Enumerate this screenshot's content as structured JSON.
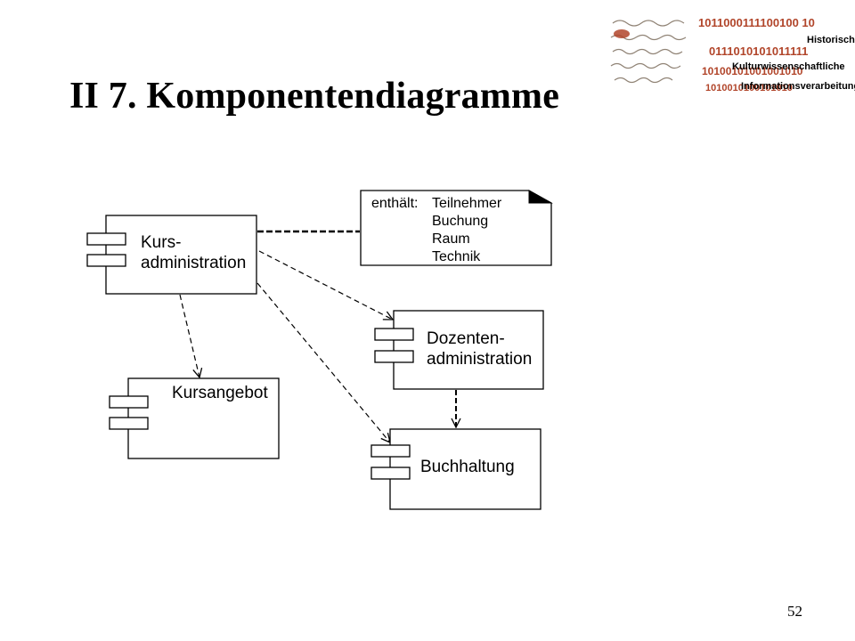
{
  "slide": {
    "title": "II 7. Komponentendiagramme",
    "page_number": "52"
  },
  "logo": {
    "binary_rows": [
      "1011000111100100 10",
      "0111010101011111",
      "10100101001001010",
      "1010010100101010"
    ],
    "labels": [
      "Historisch",
      "Kulturwissenschaftliche",
      "Informationsverarbeitung"
    ],
    "colors": {
      "bits": "#b1452a",
      "manuscript": "#6b5a48"
    }
  },
  "diagram": {
    "components": [
      {
        "id": "kursadmin",
        "lines": [
          "Kurs-",
          "administration"
        ]
      },
      {
        "id": "kursangebot",
        "lines": [
          "Kursangebot"
        ]
      },
      {
        "id": "dozentenadmin",
        "lines": [
          "Dozenten-",
          "administration"
        ]
      },
      {
        "id": "buchhaltung",
        "lines": [
          "Buchhaltung"
        ]
      }
    ],
    "note": {
      "label": "enthält:",
      "items": [
        "Teilnehmer",
        "Buchung",
        "Raum",
        "Technik"
      ]
    },
    "dependencies": [
      {
        "from": "kursadmin",
        "to": "note",
        "style": "dashed-thick"
      },
      {
        "from": "kursadmin",
        "to": "dozentenadmin",
        "style": "dashed-arrow"
      },
      {
        "from": "kursadmin",
        "to": "kursangebot",
        "style": "dashed-arrow"
      },
      {
        "from": "kursadmin",
        "to": "buchhaltung",
        "style": "dashed-arrow"
      },
      {
        "from": "dozentenadmin",
        "to": "buchhaltung",
        "style": "dashed-arrow"
      }
    ]
  }
}
